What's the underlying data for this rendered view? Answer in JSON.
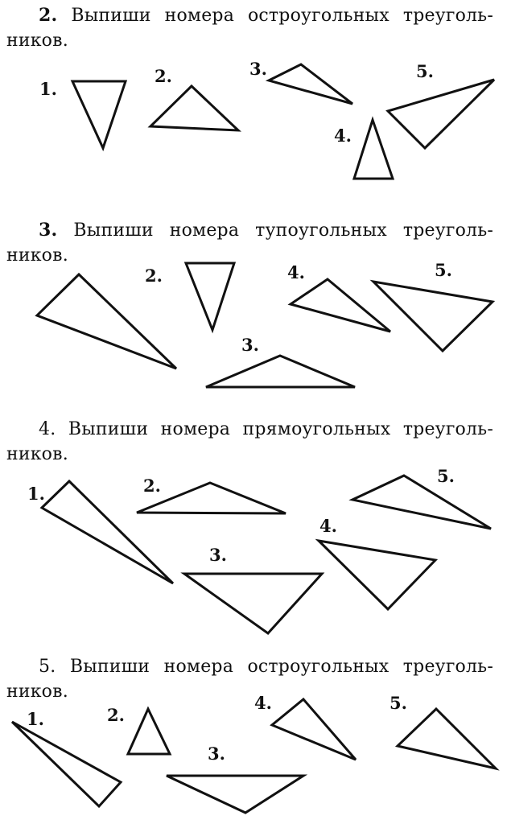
{
  "tasks": [
    {
      "number": "2.",
      "number_bold": true,
      "line1": "Выпиши номера остроугольных треуголь-",
      "line2": "ников.",
      "labels": [
        "1.",
        "2.",
        "3.",
        "4.",
        "5."
      ]
    },
    {
      "number": "3.",
      "number_bold": true,
      "line1": "Выпиши номера тупоугольных треуголь-",
      "line2": "ников.",
      "labels": [
        "2.",
        "4.",
        "5.",
        "3."
      ]
    },
    {
      "number": "4.",
      "number_bold": false,
      "line1": "Выпиши номера прямоугольных треуголь-",
      "line2": "ников.",
      "labels": [
        "1.",
        "2.",
        "5.",
        "4.",
        "3."
      ]
    },
    {
      "number": "5.",
      "number_bold": false,
      "line1": "Выпиши номера остроугольных треуголь-",
      "line2": "ников.",
      "labels": [
        "1.",
        "2.",
        "4.",
        "5.",
        "3."
      ]
    }
  ]
}
